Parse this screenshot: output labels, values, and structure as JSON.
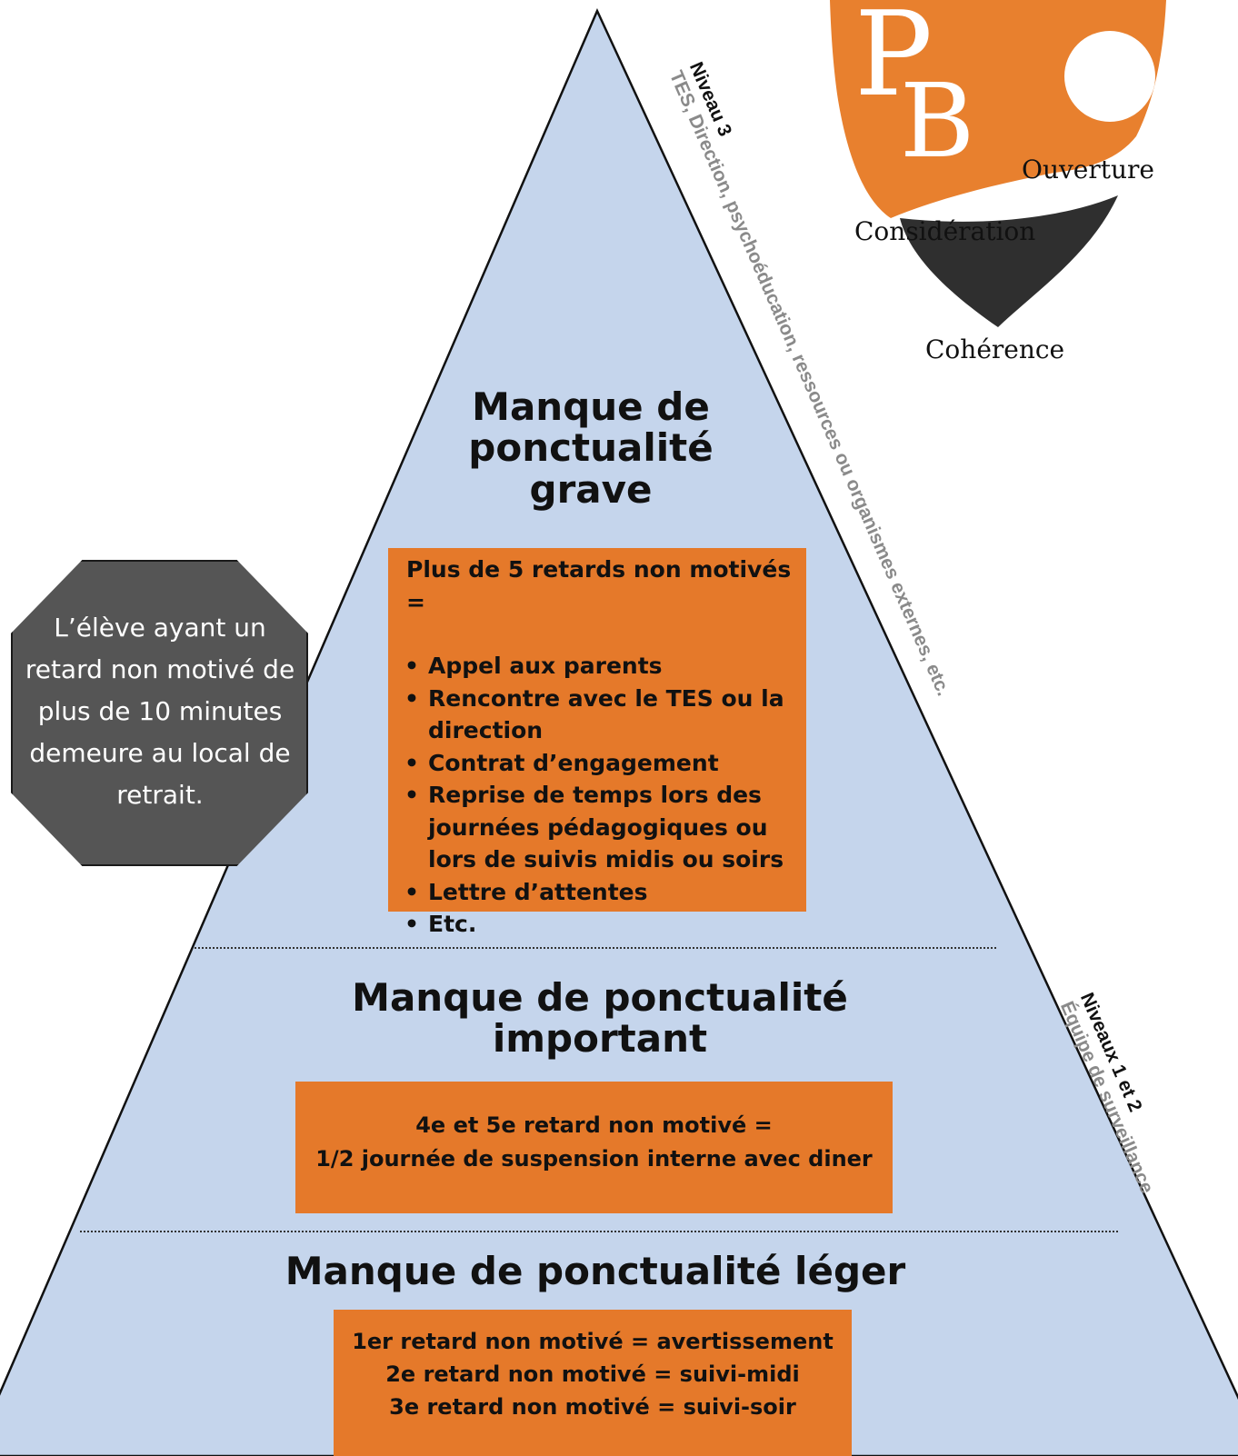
{
  "colors": {
    "pyramid_fill": "#c5d5ec",
    "box_fill": "#e5792a",
    "octagon_fill": "#555555",
    "logo_orange": "#e8802e",
    "logo_dark": "#2f2f2f"
  },
  "pyramid": {
    "top": {
      "title": [
        "Manque de",
        "ponctualité",
        "grave"
      ],
      "box_heading": "Plus de 5 retards non motivés =",
      "items": [
        "Appel aux parents",
        "Rencontre avec le TES ou la direction",
        "Contrat d’engagement",
        "Reprise de temps lors des journées pédagogiques ou lors de suivis midis ou soirs",
        "Lettre d’attentes",
        "Etc."
      ]
    },
    "middle": {
      "title": [
        "Manque de ponctualité",
        "important"
      ],
      "lines": [
        "4e et 5e retard non motivé =",
        "1/2 journée de suspension interne avec diner"
      ]
    },
    "bottom": {
      "title": "Manque de ponctualité léger",
      "lines": [
        "1er retard non motivé = avertissement",
        "2e retard non motivé = suivi-midi",
        "3e retard non motivé = suivi-soir"
      ]
    }
  },
  "side_labels": {
    "upper": {
      "level": "Niveau 3",
      "who": "TES, Direction, psychoéducation, ressources ou organismes externes, etc."
    },
    "lower": {
      "level": "Niveaux 1 et 2",
      "who": "Équipe de surveillance"
    }
  },
  "octagon_note": "L’élève ayant un retard non motivé de plus de 10 minutes demeure au local de retrait.",
  "logo": {
    "letters": "PB",
    "values": [
      "Ouverture",
      "Considération",
      "Cohérence"
    ]
  }
}
